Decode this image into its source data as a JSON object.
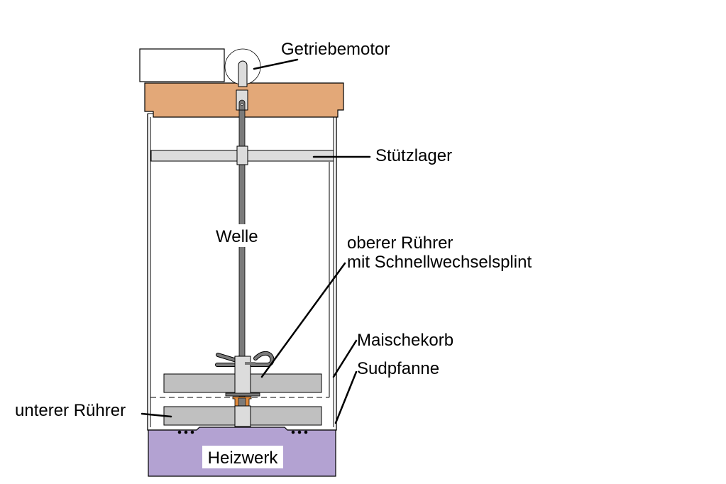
{
  "labels": {
    "motor": "Getriebemotor",
    "support_bearing": "Stützlager",
    "shaft": "Welle",
    "upper_stirrer_line1": "oberer Rührer",
    "upper_stirrer_line2": "mit Schnellwechselsplint",
    "mash_basket": "Maischekorb",
    "brew_kettle": "Sudpfanne",
    "lower_stirrer": "unterer Rührer",
    "heater": "Heizwerk"
  },
  "colors": {
    "lid": "#e3a878",
    "heater": "#b3a2d2",
    "stirrer": "#c0c0c0",
    "shaft": "#7a7a7a",
    "bearing": "#dcdcdc",
    "coupling": "#d9d9d9",
    "bushing": "#e08a3c",
    "line": "#000000"
  }
}
